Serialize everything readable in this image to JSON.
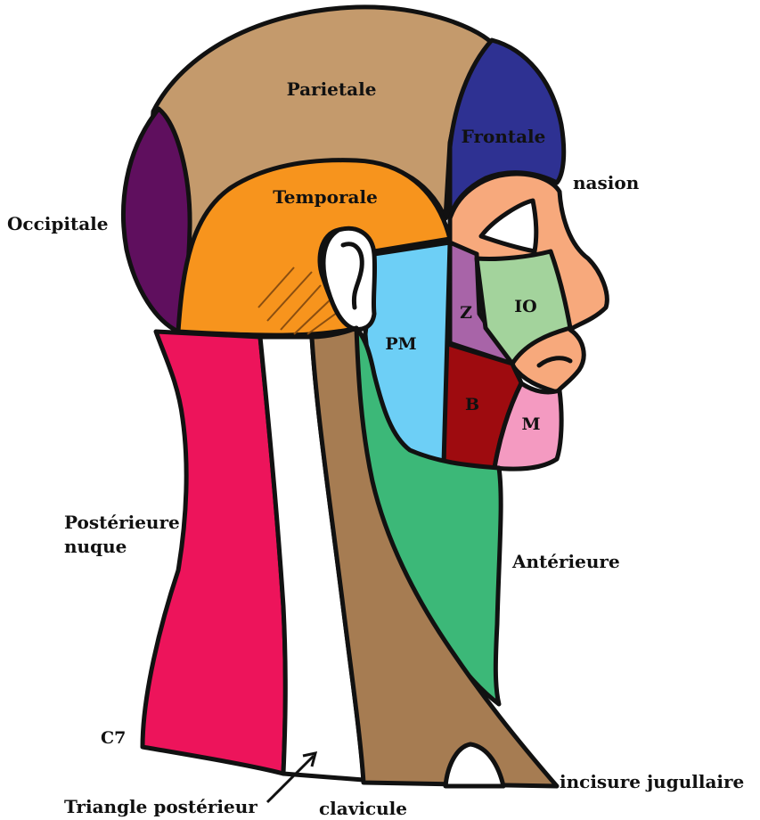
{
  "labels": {
    "parietale": "Parietale",
    "frontale": "Frontale",
    "nasion": "nasion",
    "temporale": "Temporale",
    "occipitale": "Occipitale",
    "pm": "PM",
    "z": "Z",
    "io": "IO",
    "b": "B",
    "m": "M",
    "posterieure_line1": "Postérieure",
    "posterieure_line2": "nuque",
    "anterieure": "Antérieure",
    "c7": "C7",
    "triangle_posterieur": "Triangle postérieur",
    "clavicule": "clavicule",
    "incisure_jugullaire": "incisure jugullaire"
  },
  "colors": {
    "parietale": "#c49a6c",
    "frontale": "#2e3192",
    "temporale": "#f7941d",
    "occipitale": "#5f0f5e",
    "skin": "#f7a97c",
    "pm": "#6dcff6",
    "z": "#a864a8",
    "io": "#a3d39c",
    "b": "#9e0b0f",
    "m": "#f49ac1",
    "anterieure": "#3cb878",
    "posterieure": "#ed145b",
    "triangle": "#ffffff",
    "sternocleido": "#a67c52",
    "outline": "#111111"
  }
}
